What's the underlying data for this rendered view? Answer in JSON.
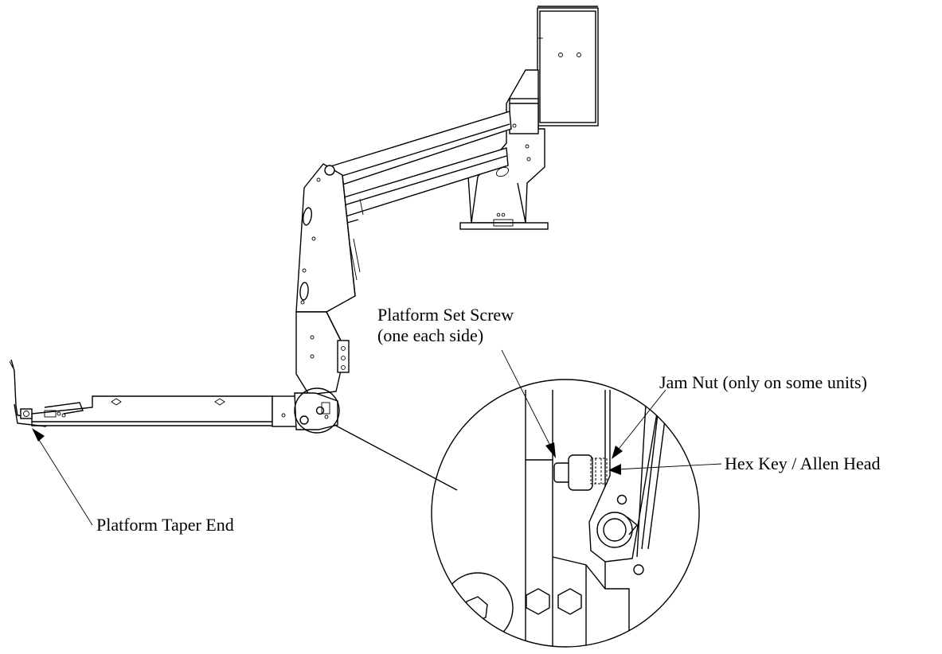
{
  "callouts": {
    "platform_taper_end": "Platform Taper End",
    "platform_set_screw_line1": "Platform Set Screw",
    "platform_set_screw_line2": "(one each side)",
    "jam_nut": "Jam Nut (only on some units)",
    "hex_key": "Hex Key / Allen Head"
  },
  "colors": {
    "line": "#000000",
    "background": "#ffffff"
  }
}
